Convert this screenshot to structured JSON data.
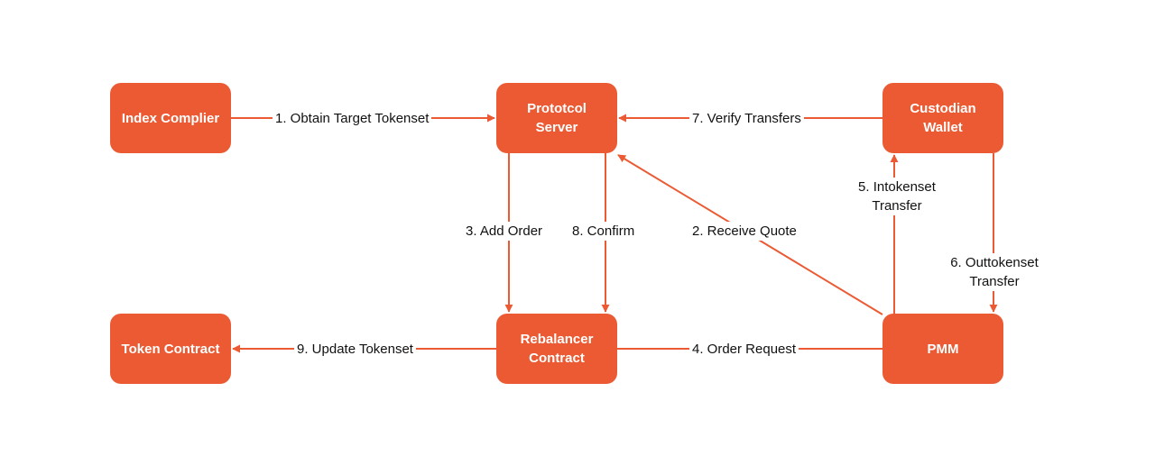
{
  "colors": {
    "accent": "#EB5A33",
    "text": "#111111",
    "node_text": "#FFFFFF",
    "background": "#FFFFFF"
  },
  "nodes": {
    "index_compiler": "Index Complier",
    "protocol_server": "Prototcol\nServer",
    "custodian_wallet": "Custodian\nWallet",
    "token_contract": "Token Contract",
    "rebalancer_contract": "Rebalancer\nContract",
    "pmm": "PMM"
  },
  "edges": {
    "obtain_target": "1. Obtain Target Tokenset",
    "receive_quote": "2. Receive Quote",
    "add_order": "3. Add Order",
    "order_request": "4. Order Request",
    "intokenset_transfer": "5. Intokenset\nTransfer",
    "outtokenset_transfer": "6. Outtokenset\nTransfer",
    "verify_transfers": "7. Verify Transfers",
    "confirm": "8. Confirm",
    "update_tokenset": "9. Update Tokenset"
  }
}
